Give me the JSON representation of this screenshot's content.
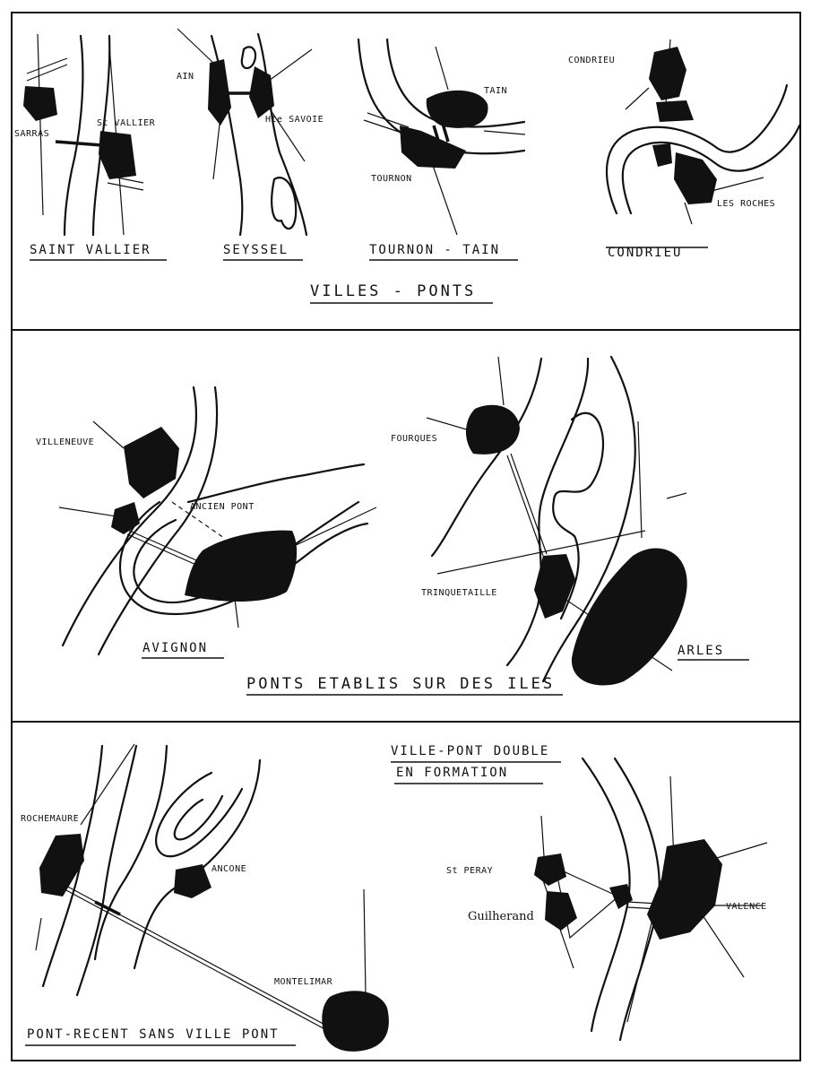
{
  "panels": {
    "top": {
      "heading": "VILLES - PONTS",
      "maps": {
        "saint_vallier": {
          "caption": "SAINT VALLIER",
          "labels": [
            "SARRAS",
            "St VALLIER"
          ]
        },
        "seyssel": {
          "caption": "SEYSSEL",
          "labels": [
            "AIN",
            "Hte SAVOIE"
          ]
        },
        "tournon_tain": {
          "caption": "TOURNON - TAIN",
          "labels": [
            "TAIN",
            "TOURNON"
          ]
        },
        "condrieu": {
          "caption": "CONDRIEU",
          "labels": [
            "CONDRIEU",
            "LES ROCHES"
          ]
        }
      }
    },
    "middle": {
      "heading": "PONTS ETABLIS SUR DES ILES",
      "maps": {
        "avignon": {
          "caption": "AVIGNON",
          "labels": [
            "VILLENEUVE",
            "ANCIEN PONT"
          ]
        },
        "arles": {
          "caption": "ARLES",
          "labels": [
            "FOURQUES",
            "TRINQUETAILLE"
          ]
        }
      }
    },
    "bottom": {
      "heading_line1": "VILLE-PONT DOUBLE",
      "heading_line2": "EN FORMATION",
      "maps": {
        "montelimar": {
          "caption": "PONT-RECENT SANS VILLE PONT",
          "labels": [
            "ROCHEMAURE",
            "ANCONE",
            "MONTELIMAR"
          ]
        },
        "valence": {
          "labels": [
            "St PERAY",
            "Guilherand",
            "VALENCE"
          ]
        }
      }
    }
  },
  "colors": {
    "ink": "#111111",
    "paper": "#ffffff"
  }
}
